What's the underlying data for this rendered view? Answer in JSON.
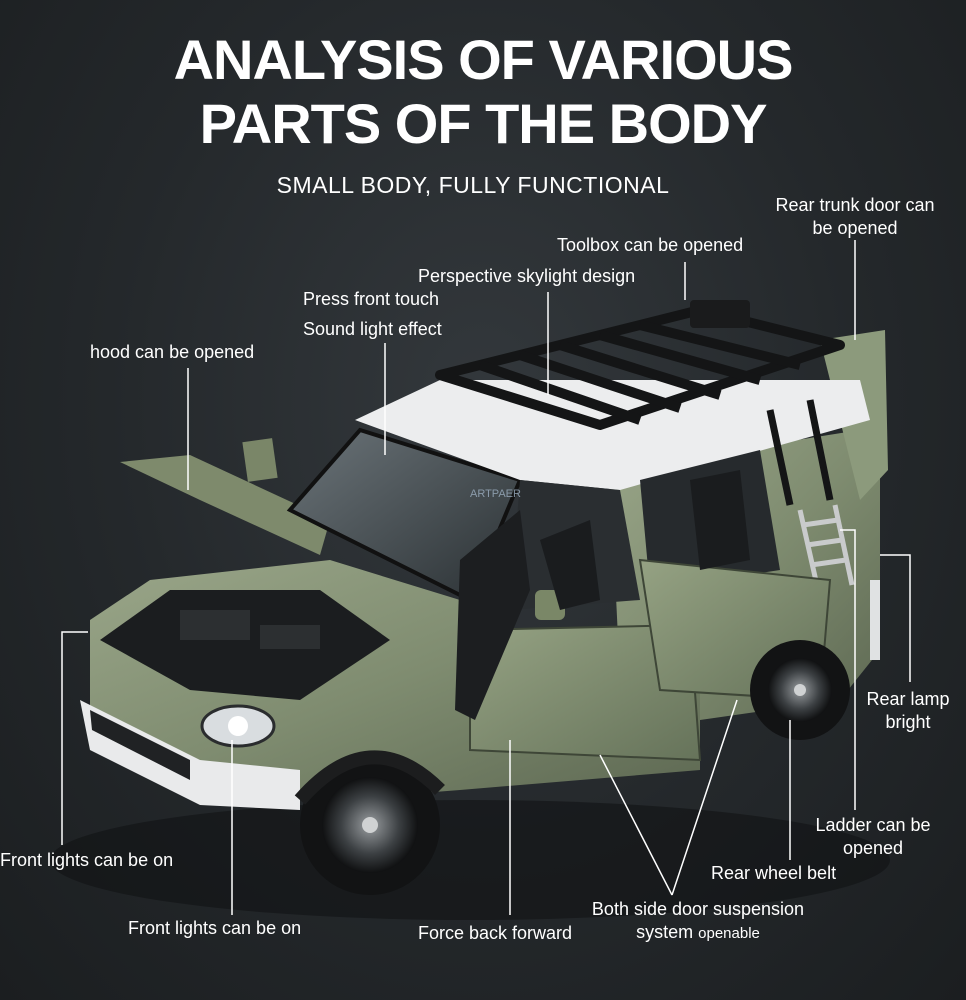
{
  "header": {
    "title_line1": "ANALYSIS OF VARIOUS",
    "title_line2": "PARTS OF THE BODY",
    "subtitle": "SMALL BODY, FULLY FUNCTIONAL"
  },
  "callouts": {
    "rear_trunk_line1": "Rear trunk door can",
    "rear_trunk_line2": "be opened",
    "toolbox": "Toolbox can be opened",
    "skylight": "Perspective skylight design",
    "press_front": "Press front touch",
    "sound_light": "Sound light effect",
    "hood": "hood can be opened",
    "rear_lamp_line1": "Rear lamp",
    "rear_lamp_line2": "bright",
    "ladder_line1": "Ladder can be",
    "ladder_line2": "opened",
    "rear_wheel": "Rear wheel belt",
    "front_lights_left": "Front lights can be on",
    "front_lights_bottom": "Front lights can be on",
    "force_back": "Force back forward",
    "suspension_line1": "Both side door suspension",
    "suspension_line2_main": "system",
    "suspension_line2_small": "openable"
  },
  "watermark": "ARTPAER",
  "colors": {
    "background": "#24282b",
    "body_green": "#7d8b6e",
    "roof_white": "#ecedee",
    "rack_black": "#141516",
    "text": "#ffffff"
  }
}
